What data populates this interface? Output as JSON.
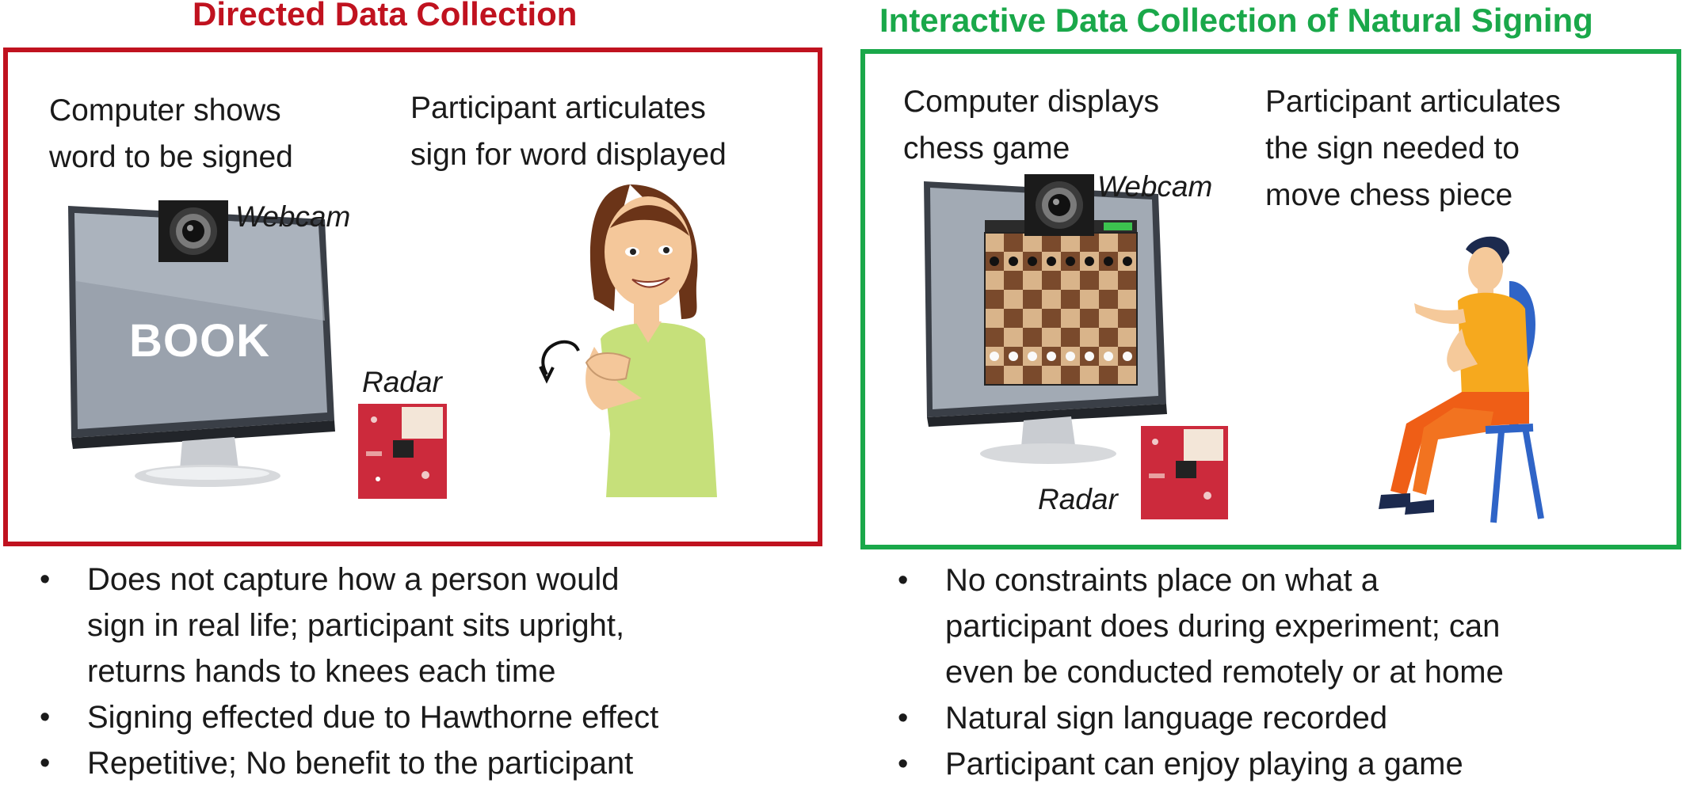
{
  "left_panel": {
    "title": "Directed Data Collection",
    "colors": {
      "accent": "#c0121f"
    },
    "caption_computer": [
      "Computer shows",
      "word to be signed"
    ],
    "caption_participant": [
      "Participant articulates",
      "sign for word displayed"
    ],
    "webcam_label": "Webcam",
    "radar_label": "Radar",
    "monitor_word": "BOOK",
    "bullets": [
      "Does not capture how a person would\nsign in real life; participant sits upright,\nreturns hands to knees each time",
      "Signing effected due to Hawthorne effect",
      "Repetitive; No benefit to the participant"
    ]
  },
  "right_panel": {
    "title": "Interactive Data Collection of Natural Signing",
    "colors": {
      "accent": "#1aa84a"
    },
    "caption_computer": [
      "Computer displays",
      "chess game"
    ],
    "caption_participant": [
      "Participant articulates",
      "the sign needed to",
      "move chess piece"
    ],
    "webcam_label": "Webcam",
    "radar_label": "Radar",
    "bullets": [
      "No constraints place on what a\nparticipant does during experiment; can\neven be conducted remotely or at home",
      "Natural sign language recorded",
      "Participant can enjoy playing a game"
    ]
  }
}
